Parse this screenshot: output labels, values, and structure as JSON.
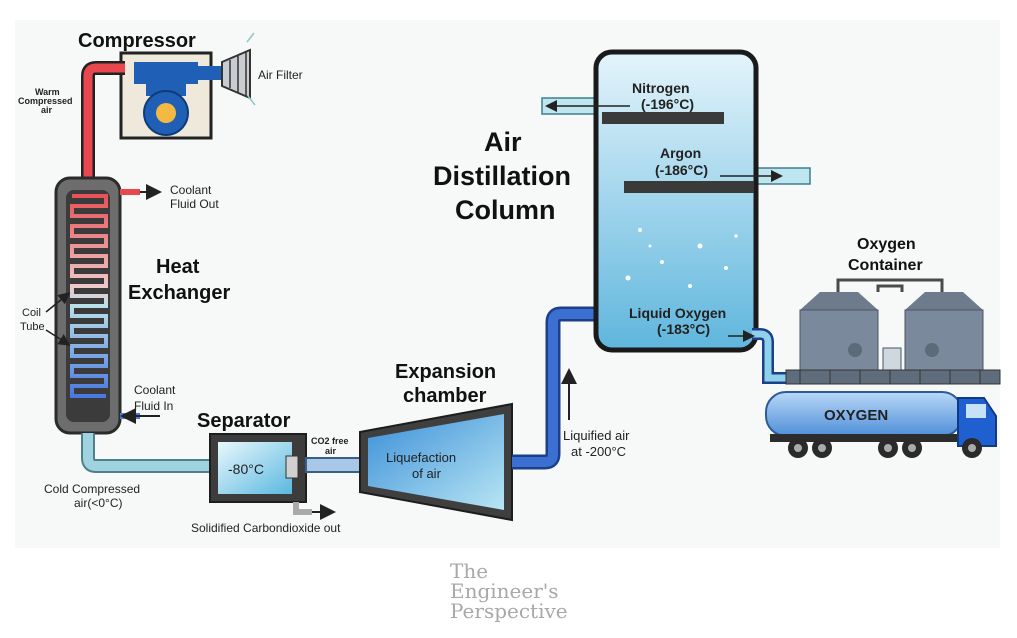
{
  "labels": {
    "compressor": "Compressor",
    "air_filter": "Air Filter",
    "warm_air_1": "Warm",
    "warm_air_2": "Compressed",
    "warm_air_3": "air",
    "coolant_out_1": "Coolant",
    "coolant_out_2": "Fluid Out",
    "heat_exchanger_1": "Heat",
    "heat_exchanger_2": "Exchanger",
    "coil_tube_1": "Coil",
    "coil_tube_2": "Tube",
    "coolant_in_1": "Coolant",
    "coolant_in_2": "Fluid In",
    "cold_air_1": "Cold Compressed",
    "cold_air_2": "air(<0°C)",
    "separator": "Separator",
    "separator_temp": "-80°C",
    "co2_free_1": "CO2 free",
    "co2_free_2": "air",
    "solid_co2": "Solidified Carbondioxide out",
    "expansion_1": "Expansion",
    "expansion_2": "chamber",
    "liquefaction_1": "Liquefaction",
    "liquefaction_2": "of air",
    "liquified_air_1": "Liquified air",
    "liquified_air_2": "at -200°C",
    "column_1": "Air",
    "column_2": "Distillation",
    "column_3": "Column",
    "nitrogen_1": "Nitrogen",
    "nitrogen_2": "(-196°C)",
    "argon_1": "Argon",
    "argon_2": "(-186°C)",
    "liquid_oxygen_1": "Liquid Oxygen",
    "liquid_oxygen_2": "(-183°C)",
    "oxygen_container_1": "Oxygen",
    "oxygen_container_2": "Container",
    "tanker": "OXYGEN"
  },
  "watermark": {
    "line1": "The",
    "line2": "Engineer's",
    "line3": "Perspective"
  },
  "colors": {
    "hot_pipe": "#e8484d",
    "cold_pipe": "#9fd3df",
    "liquid_pipe": "#3b6fd1",
    "column_fill": "#9fd8ee",
    "tanker_blue": "#7fb2e8",
    "truck_cab": "#1f5fd0"
  }
}
